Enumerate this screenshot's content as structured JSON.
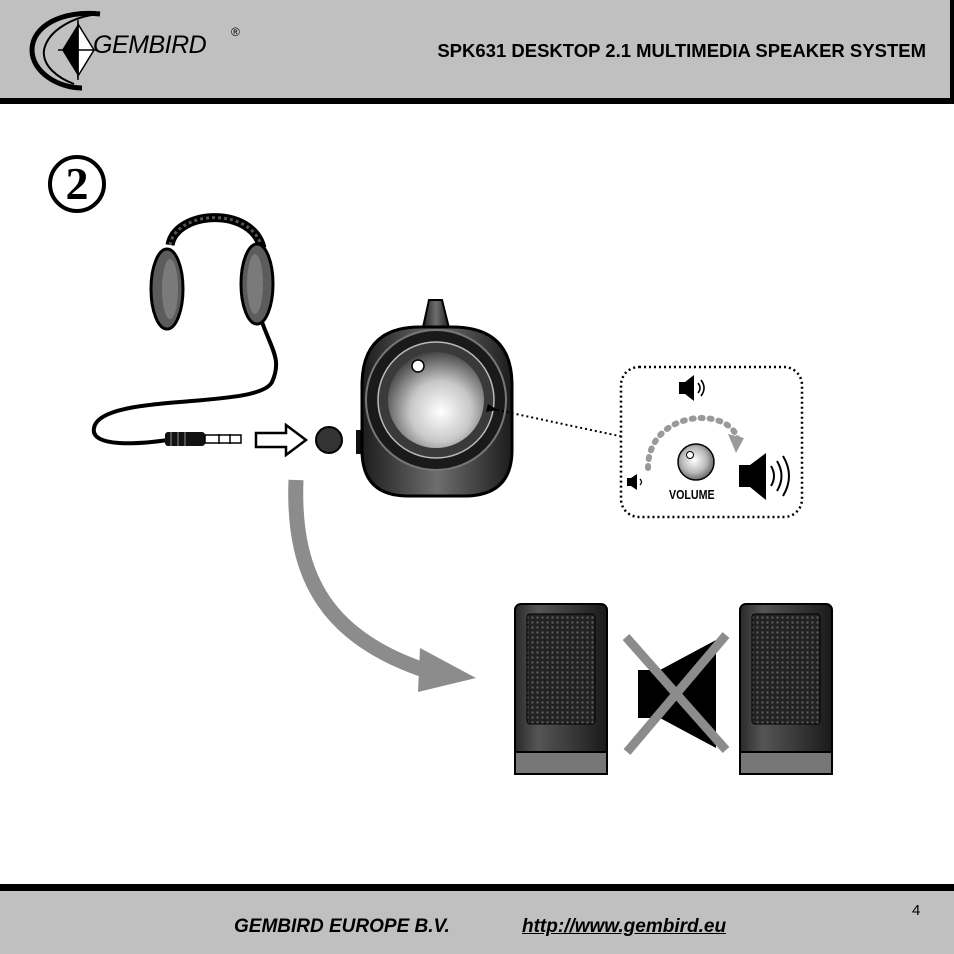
{
  "header": {
    "logo_text": "GEMBIRD",
    "registered_mark": "®",
    "title": "SPK631 DESKTOP 2.1 MULTIMEDIA SPEAKER SYSTEM"
  },
  "step": {
    "number": "2"
  },
  "illustration": {
    "volume_label": "VOLUME",
    "icons": [
      "headphones-icon",
      "audio-plug-icon",
      "outline-arrow-icon",
      "headphone-jack-icon",
      "control-pod-icon",
      "volume-knob-icon",
      "speaker-low-icon",
      "speaker-mid-icon",
      "speaker-high-icon",
      "curved-arrow-icon",
      "speaker-left-icon",
      "speaker-right-icon",
      "muted-speaker-icon"
    ]
  },
  "footer": {
    "company": "GEMBIRD EUROPE B.V.",
    "url": "http://www.gembird.eu",
    "page_number": "4"
  },
  "colors": {
    "band": "#c0c0c0",
    "ink": "#000000",
    "arrow_gray": "#8c8c8c"
  }
}
